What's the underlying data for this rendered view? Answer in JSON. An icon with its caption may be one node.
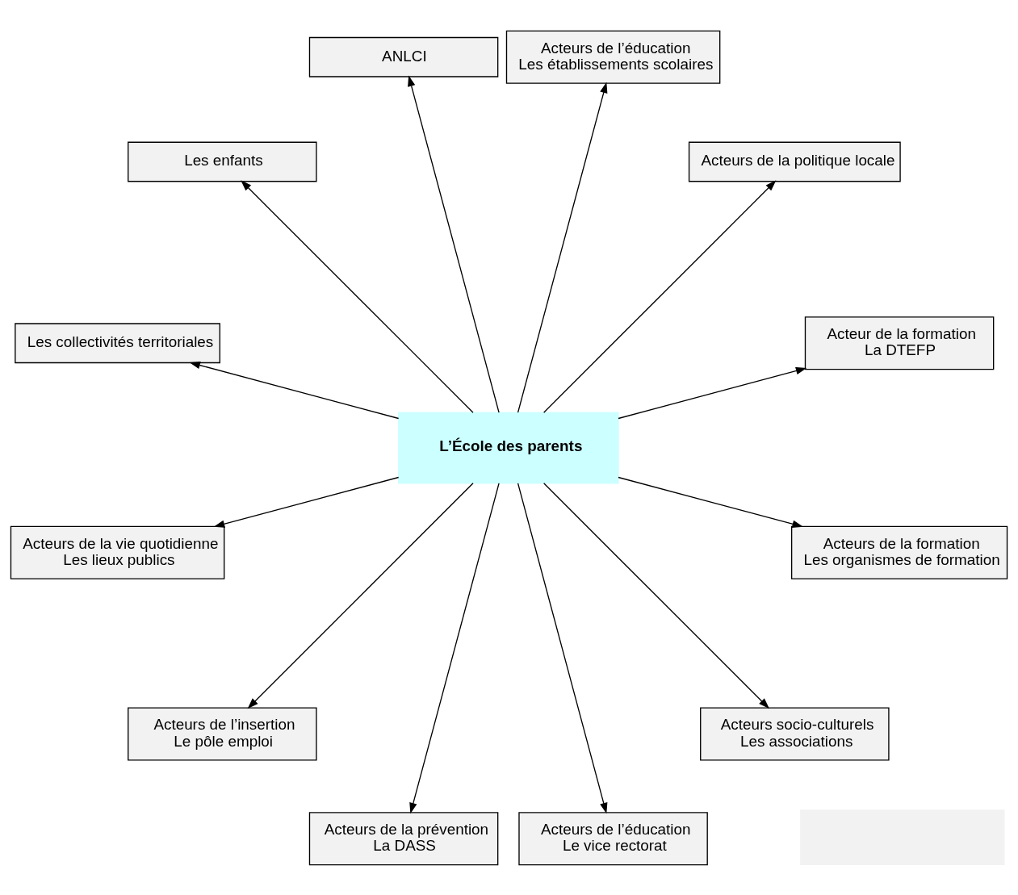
{
  "diagram": {
    "nodes": [
      {
        "text": [
          "Acteur de la formation",
          "La DTEFP"
        ]
      },
      {
        "text": [],
        "shape": "box"
      },
      {
        "text": [
          "Acteurs de la politique locale"
        ]
      },
      {
        "text": [
          "Acteurs de l’éducation",
          "Les établissements scolaires"
        ]
      },
      {
        "text": [
          "ANLCI"
        ]
      },
      {
        "text": [
          "Les enfants"
        ]
      },
      {
        "text": [
          "Les collectivités territoriales"
        ]
      },
      {
        "text": [
          "L’École des parents"
        ]
      },
      {
        "text": [
          "Acteurs de la vie quotidienne",
          "Les lieux publics"
        ]
      },
      {
        "text": [
          "Acteurs de l’insertion",
          "Le pôle emploi"
        ]
      },
      {
        "text": [
          "Acteurs de la prévention",
          "La DASS"
        ]
      },
      {
        "text": [
          "Acteurs de l’éducation",
          "Le vice rectorat"
        ]
      },
      {
        "text": [
          "Acteurs socio-culturels",
          "Les associations"
        ]
      },
      {
        "text": [
          "Acteurs de la formation",
          "Les organismes de formation"
        ]
      }
    ],
    "edges": [
      {
        "from": 7,
        "to": 0,
        "arrow": "to"
      },
      {
        "from": 7,
        "to": 2,
        "arrow": "to"
      },
      {
        "from": 7,
        "to": 3,
        "arrow": "to"
      },
      {
        "from": 7,
        "to": 4,
        "arrow": "to"
      },
      {
        "from": 7,
        "to": 5,
        "arrow": "to"
      },
      {
        "from": 7,
        "to": 6,
        "arrow": "to"
      },
      {
        "from": 7,
        "to": 8,
        "arrow": "to"
      },
      {
        "from": 7,
        "to": 9,
        "arrow": "to"
      },
      {
        "from": 7,
        "to": 10,
        "arrow": "to"
      },
      {
        "from": 7,
        "to": 11,
        "arrow": "to"
      },
      {
        "from": 7,
        "to": 12,
        "arrow": "to"
      },
      {
        "from": 7,
        "to": 13,
        "arrow": "to"
      }
    ]
  }
}
